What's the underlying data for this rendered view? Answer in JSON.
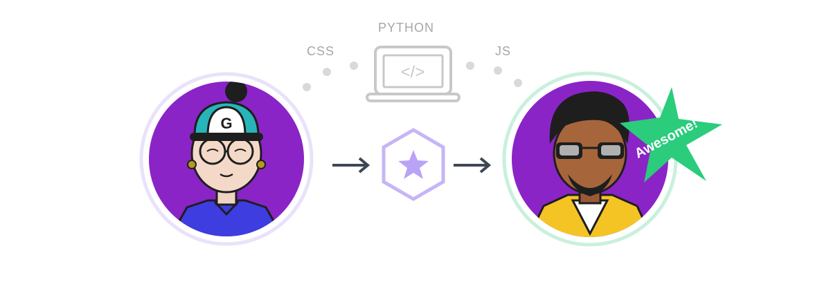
{
  "skills": {
    "python": "PYTHON",
    "css": "CSS",
    "js": "JS"
  },
  "code_symbol": "</>",
  "badge_text": "Awesome!",
  "colors": {
    "dot_gray": "#d9d9d9",
    "laptop_stroke": "#c8c8c8",
    "avatar_purple": "#8a24c7",
    "left_ring": "#e9e2fa",
    "right_ring": "#c9f0dc",
    "arrow": "#3e4754",
    "hex_stroke": "#c7b5f6",
    "hex_star": "#b9a3f7",
    "badge_green": "#2bcc7c"
  }
}
